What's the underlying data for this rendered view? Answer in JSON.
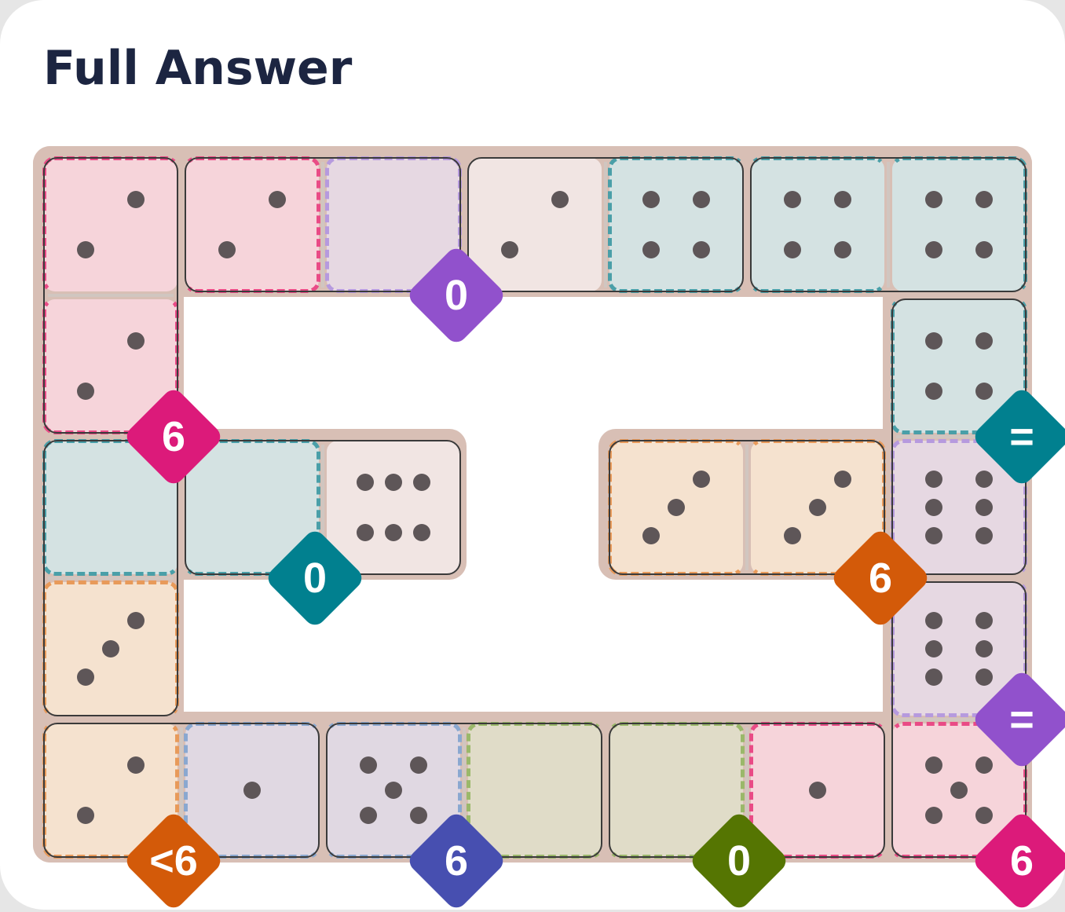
{
  "title": "Full Answer",
  "colors": {
    "tray": "#d8bfb5",
    "region_fills": {
      "pink": "#f6d4da",
      "lilac": "#e6d8e2",
      "teal": "#d4e2e2",
      "peach": "#f5e2cf",
      "lavender": "#e0d8e2",
      "olive": "#e0dcc8",
      "plain": "#f1e5e3"
    },
    "region_borders": {
      "pink": "#e94b86",
      "lilac": "#b69ade",
      "teal": "#4a9fa8",
      "peach": "#e89a5a",
      "lavender": "#8aa8d0",
      "olive": "#9ab86a"
    }
  },
  "grid": {
    "cols": 7,
    "rows": 5
  },
  "cells": [
    {
      "r": 0,
      "c": 0,
      "region": "pink",
      "pips": 2
    },
    {
      "r": 0,
      "c": 1,
      "region": "pink",
      "pips": 2
    },
    {
      "r": 0,
      "c": 2,
      "region": "lilac",
      "pips": 0
    },
    {
      "r": 0,
      "c": 3,
      "region": "plain",
      "pips": 2
    },
    {
      "r": 0,
      "c": 4,
      "region": "teal",
      "pips": 4
    },
    {
      "r": 0,
      "c": 5,
      "region": "teal",
      "pips": 4
    },
    {
      "r": 0,
      "c": 6,
      "region": "teal",
      "pips": 4
    },
    {
      "r": 1,
      "c": 0,
      "region": "pink",
      "pips": 2
    },
    {
      "r": 1,
      "c": 6,
      "region": "teal",
      "pips": 4
    },
    {
      "r": 2,
      "c": 0,
      "region": "teal",
      "pips": 0
    },
    {
      "r": 2,
      "c": 1,
      "region": "teal",
      "pips": 0
    },
    {
      "r": 2,
      "c": 2,
      "region": "plain",
      "pips": 6
    },
    {
      "r": 2,
      "c": 4,
      "region": "peach",
      "pips": 3
    },
    {
      "r": 2,
      "c": 5,
      "region": "peach",
      "pips": 3
    },
    {
      "r": 2,
      "c": 6,
      "region": "lilac",
      "pips": 6
    },
    {
      "r": 3,
      "c": 0,
      "region": "peach",
      "pips": 3
    },
    {
      "r": 3,
      "c": 6,
      "region": "lilac",
      "pips": 6
    },
    {
      "r": 4,
      "c": 0,
      "region": "peach",
      "pips": 2
    },
    {
      "r": 4,
      "c": 1,
      "region": "lavender",
      "pips": 1
    },
    {
      "r": 4,
      "c": 2,
      "region": "lavender",
      "pips": 5
    },
    {
      "r": 4,
      "c": 3,
      "region": "olive",
      "pips": 0
    },
    {
      "r": 4,
      "c": 4,
      "region": "olive",
      "pips": 0
    },
    {
      "r": 4,
      "c": 5,
      "region": "pink",
      "pips": 1
    },
    {
      "r": 4,
      "c": 6,
      "region": "pink",
      "pips": 5
    }
  ],
  "regions": [
    {
      "color": "pink",
      "cells": [
        [
          0,
          0
        ],
        [
          1,
          0
        ],
        [
          0,
          1
        ]
      ],
      "badge": "6",
      "badge_color": "#dc1a7a",
      "badge_at": [
        1,
        0
      ]
    },
    {
      "color": "lilac",
      "cells": [
        [
          0,
          2
        ]
      ],
      "badge": "0",
      "badge_color": "#9151cc",
      "badge_at": [
        0,
        2
      ]
    },
    {
      "color": "teal",
      "cells": [
        [
          0,
          4
        ],
        [
          0,
          5
        ],
        [
          0,
          6
        ],
        [
          1,
          6
        ]
      ],
      "badge": "=",
      "badge_color": "#01808f",
      "badge_at": [
        1,
        6
      ]
    },
    {
      "color": "teal",
      "cells": [
        [
          2,
          0
        ],
        [
          2,
          1
        ]
      ],
      "badge": "0",
      "badge_color": "#01808f",
      "badge_at": [
        2,
        1
      ]
    },
    {
      "color": "peach",
      "cells": [
        [
          2,
          4
        ],
        [
          2,
          5
        ]
      ],
      "badge": "6",
      "badge_color": "#d35a09",
      "badge_at": [
        2,
        5
      ]
    },
    {
      "color": "lilac",
      "cells": [
        [
          2,
          6
        ],
        [
          3,
          6
        ]
      ],
      "badge": "=",
      "badge_color": "#9151cc",
      "badge_at": [
        3,
        6
      ]
    },
    {
      "color": "peach",
      "cells": [
        [
          3,
          0
        ],
        [
          4,
          0
        ]
      ],
      "badge": "<6",
      "badge_color": "#d35a09",
      "badge_at": [
        4,
        0
      ]
    },
    {
      "color": "lavender",
      "cells": [
        [
          4,
          1
        ],
        [
          4,
          2
        ]
      ],
      "badge": "6",
      "badge_color": "#474fb0",
      "badge_at": [
        4,
        2
      ]
    },
    {
      "color": "olive",
      "cells": [
        [
          4,
          3
        ],
        [
          4,
          4
        ]
      ],
      "badge": "0",
      "badge_color": "#557502",
      "badge_at": [
        4,
        4
      ]
    },
    {
      "color": "pink",
      "cells": [
        [
          4,
          5
        ],
        [
          4,
          6
        ]
      ],
      "badge": "6",
      "badge_color": "#dc1a7a",
      "badge_at": [
        4,
        6
      ]
    }
  ],
  "dominoes": [
    [
      [
        0,
        0
      ],
      [
        1,
        0
      ]
    ],
    [
      [
        0,
        1
      ],
      [
        0,
        2
      ]
    ],
    [
      [
        0,
        3
      ],
      [
        0,
        4
      ]
    ],
    [
      [
        0,
        5
      ],
      [
        0,
        6
      ]
    ],
    [
      [
        1,
        6
      ],
      [
        2,
        6
      ]
    ],
    [
      [
        2,
        0
      ],
      [
        3,
        0
      ]
    ],
    [
      [
        2,
        1
      ],
      [
        2,
        2
      ]
    ],
    [
      [
        2,
        4
      ],
      [
        2,
        5
      ]
    ],
    [
      [
        3,
        6
      ],
      [
        4,
        6
      ]
    ],
    [
      [
        4,
        0
      ],
      [
        4,
        1
      ]
    ],
    [
      [
        4,
        2
      ],
      [
        4,
        3
      ]
    ],
    [
      [
        4,
        4
      ],
      [
        4,
        5
      ]
    ]
  ]
}
